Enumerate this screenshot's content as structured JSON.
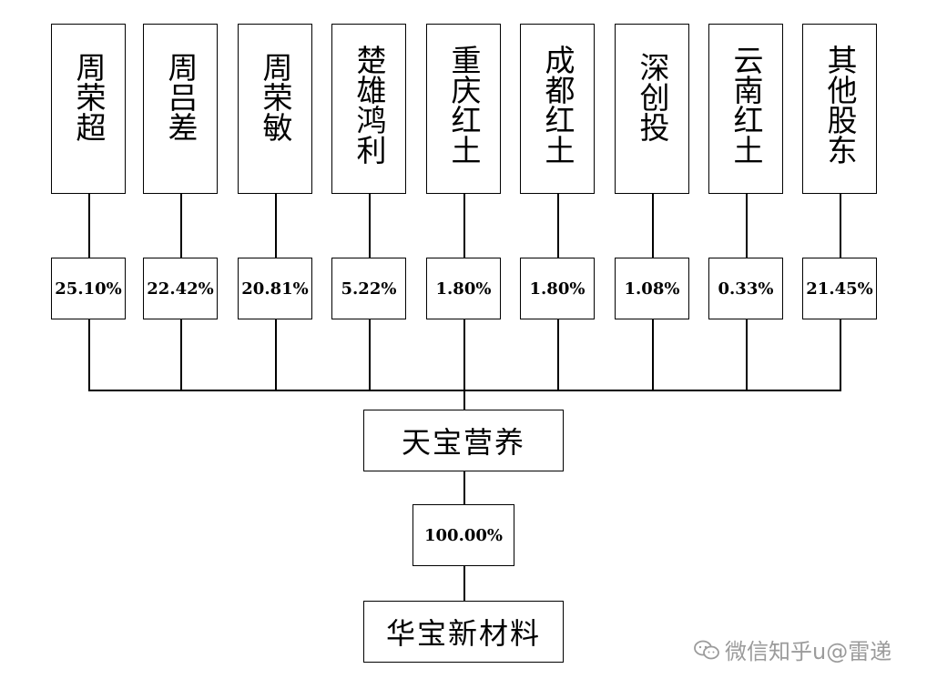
{
  "shareholders": [
    {
      "name": "周荣超",
      "pct": "25.10%"
    },
    {
      "name": "周吕差",
      "pct": "22.42%"
    },
    {
      "name": "周荣敏",
      "pct": "20.81%"
    },
    {
      "name": "楚雄鸿利",
      "pct": "5.22%"
    },
    {
      "name": "重庆红土",
      "pct": "1.80%"
    },
    {
      "name": "成都红土",
      "pct": "1.80%"
    },
    {
      "name": "深创投",
      "pct": "1.08%"
    },
    {
      "name": "云南红土",
      "pct": "0.33%"
    },
    {
      "name": "其他股东",
      "pct": "21.45%"
    }
  ],
  "parent": {
    "name": "天宝营养",
    "subsidiary_pct": "100.00%"
  },
  "subsidiary": {
    "name": "华宝新材料"
  },
  "watermark": {
    "text": "微信知乎u@雷递",
    "icon": "wechat-icon"
  }
}
